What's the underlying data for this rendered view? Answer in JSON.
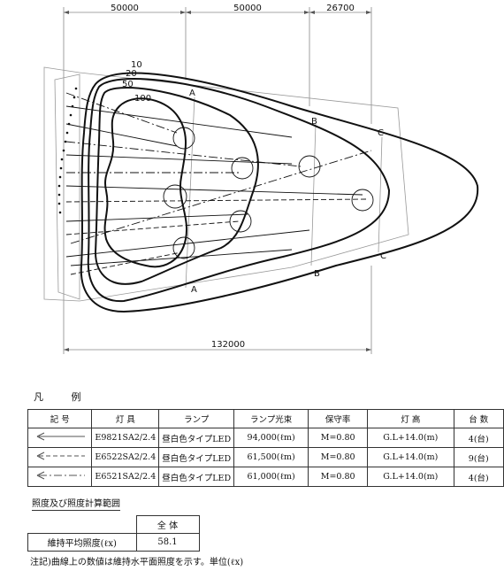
{
  "dimensions": {
    "top": [
      "50000",
      "50000",
      "26700"
    ],
    "bottom": "132000"
  },
  "contours": [
    "10",
    "20",
    "50",
    "100"
  ],
  "section_marks": [
    "A",
    "A",
    "B",
    "B",
    "C",
    "C"
  ],
  "legend": {
    "title": "凡 例",
    "headers": [
      "記 号",
      "灯 具",
      "ランプ",
      "ランプ光束",
      "保守率",
      "灯 高",
      "台 数"
    ],
    "rows": [
      {
        "fixture": "E9821SA2/2.4",
        "lamp": "昼白色タイプLED",
        "flux": "94,000(ℓm)",
        "maintenance": "M=0.80",
        "height": "G.L+14.0(m)",
        "count": "4(台)"
      },
      {
        "fixture": "E6522SA2/2.4",
        "lamp": "昼白色タイプLED",
        "flux": "61,500(ℓm)",
        "maintenance": "M=0.80",
        "height": "G.L+14.0(m)",
        "count": "9(台)"
      },
      {
        "fixture": "E6521SA2/2.4",
        "lamp": "昼白色タイプLED",
        "flux": "61,000(ℓm)",
        "maintenance": "M=0.80",
        "height": "G.L+14.0(m)",
        "count": "4(台)"
      }
    ]
  },
  "calc_range": {
    "title": "照度及び照度計算範囲",
    "header": "全 体",
    "label": "維持平均照度(ℓx)",
    "value": "58.1"
  },
  "note": "注記)曲線上の数値は維持水平面照度を示す。単位(ℓx)"
}
